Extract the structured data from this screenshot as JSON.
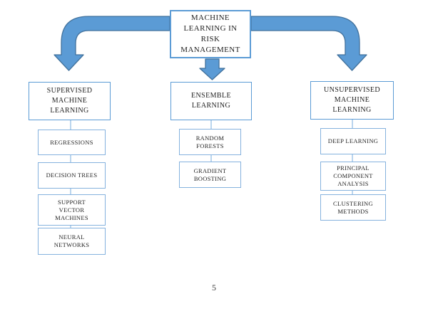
{
  "page": {
    "number": "5"
  },
  "colors": {
    "arrow_fill": "#5b9bd5",
    "arrow_outline": "#41719c",
    "root_border": "#5b9bd5",
    "branch_border": "#5b9bd5",
    "leaf_border": "#85b2de",
    "connector": "#9dc3e6",
    "text": "#1f1f1f"
  },
  "diagram": {
    "root": {
      "label": "MACHINE\nLEARNING IN\nRISK\nMANAGEMENT"
    },
    "branches": [
      {
        "label": "SUPERVISED\nMACHINE\nLEARNING",
        "leaves": [
          "REGRESSIONS",
          "DECISION TREES",
          "SUPPORT\nVECTOR\nMACHINES",
          "NEURAL\nNETWORKS"
        ]
      },
      {
        "label": "ENSEMBLE\nLEARNING",
        "leaves": [
          "RANDOM\nFORESTS",
          "GRADIENT\nBOOSTING"
        ]
      },
      {
        "label": "UNSUPERVISED\nMACHINE\nLEARNING",
        "leaves": [
          "DEEP LEARNING",
          "PRINCIPAL\nCOMPONENT\nANALYSIS",
          "CLUSTERING\nMETHODS"
        ]
      }
    ]
  }
}
